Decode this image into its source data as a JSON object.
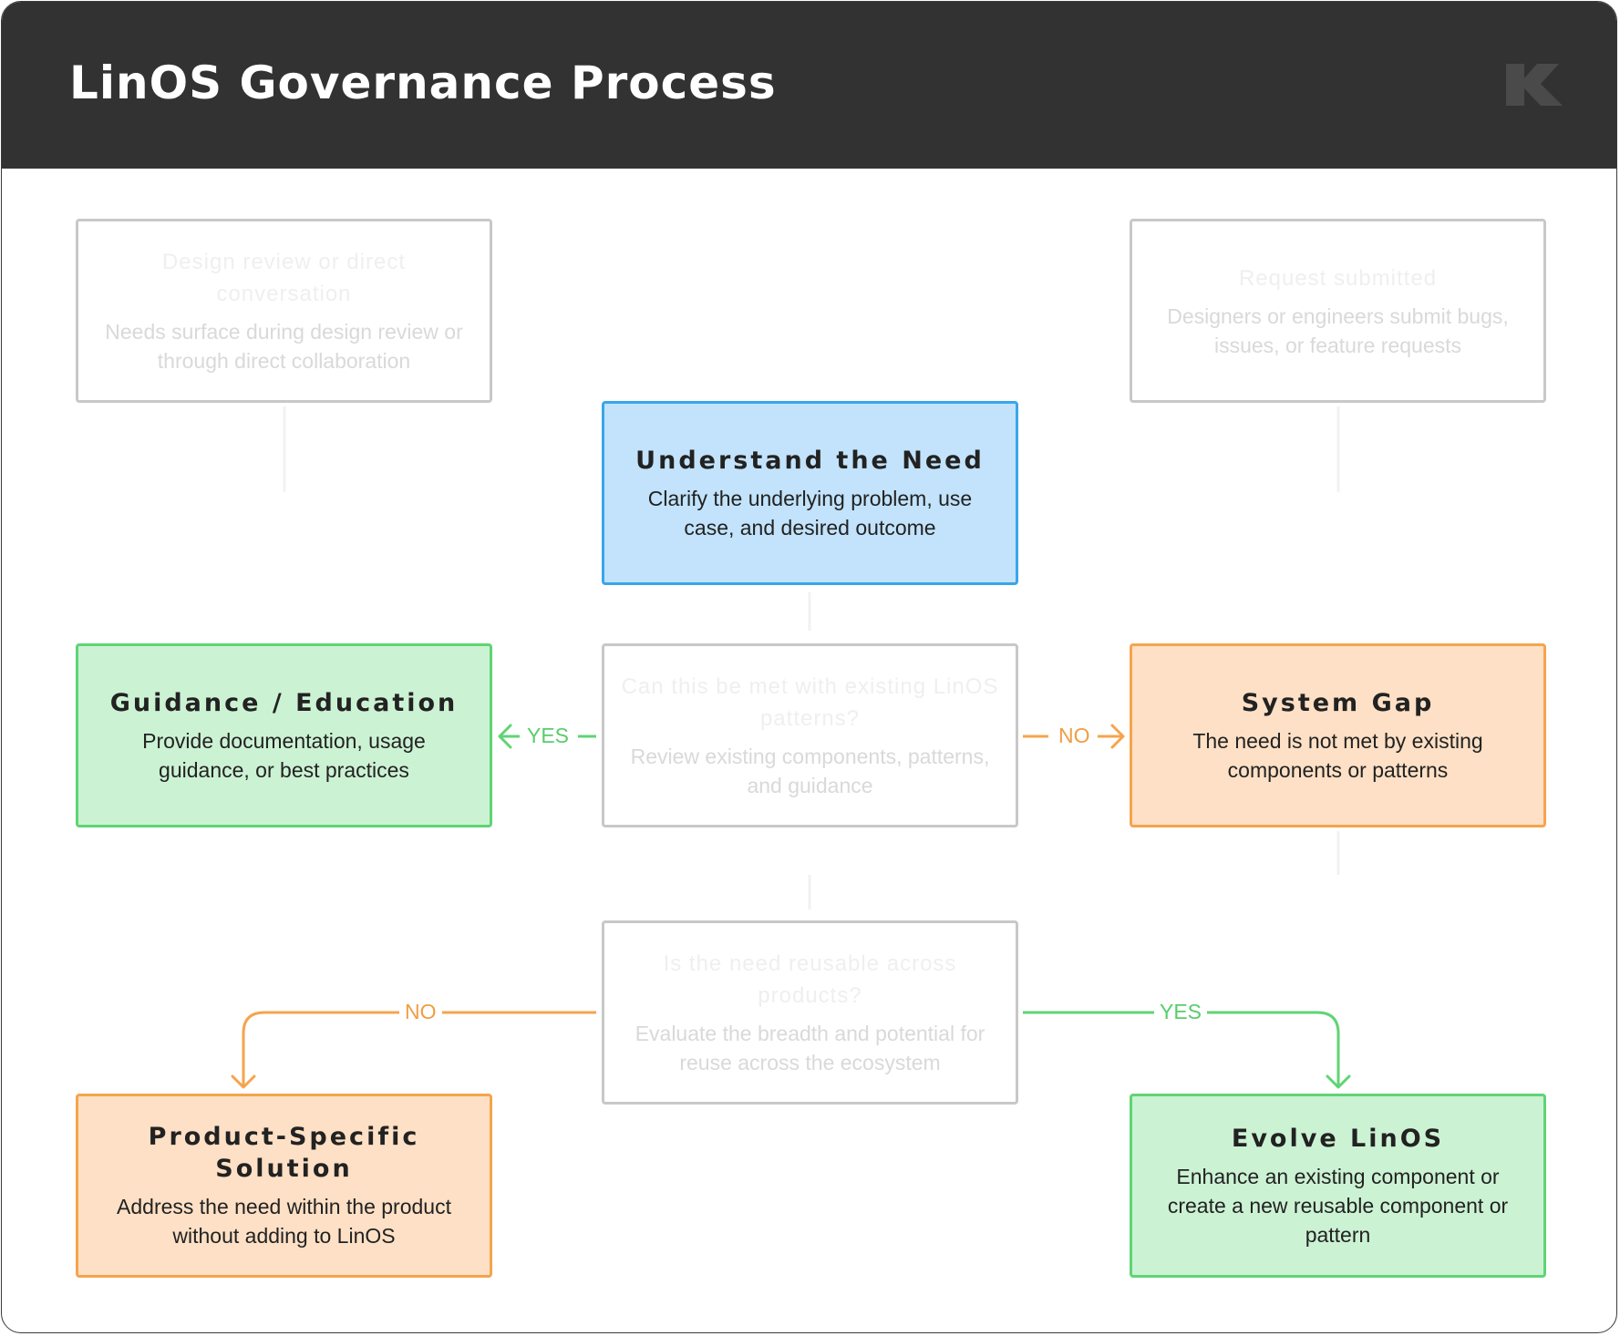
{
  "header": {
    "title": "LinOS Governance Process",
    "logo_icon": "k-logo-icon"
  },
  "colors": {
    "header_bg": "#323232",
    "blue_fill": "#c2e3fb",
    "blue_border": "#3aa5ea",
    "green_fill": "#ccf2d4",
    "green_border": "#5fd474",
    "orange_fill": "#fde0c5",
    "orange_border": "#f5a44d",
    "faded_border": "#c8c8c8"
  },
  "nodes": {
    "design_review": {
      "title": "Design review or direct conversation",
      "desc": "Needs surface during design review or through direct collaboration"
    },
    "request_intake": {
      "title": "Request submitted",
      "desc": "Designers or engineers submit bugs, issues, or feature requests"
    },
    "understand_need": {
      "title": "Understand the Need",
      "desc": "Clarify the underlying problem, use case, and desired outcome"
    },
    "existing_check": {
      "title": "Can this be met with existing LinOS patterns?",
      "desc": "Review existing components, patterns, and guidance"
    },
    "guidance": {
      "title": "Guidance / Education",
      "desc": "Provide documentation, usage guidance, or best practices"
    },
    "system_gap": {
      "title": "System Gap",
      "desc": "The need is not met by existing components or patterns"
    },
    "reusable_check": {
      "title": "Is the need reusable across products?",
      "desc": "Evaluate the breadth and potential for reuse across the ecosystem"
    },
    "product_specific": {
      "title": "Product-Specific Solution",
      "desc": "Address the need within the product without adding to LinOS"
    },
    "evolve": {
      "title": "Evolve LinOS",
      "desc": "Enhance an existing component or create a new reusable component or pattern"
    }
  },
  "edges": {
    "yes_guidance": "YES",
    "no_gap": "NO",
    "no_product": "NO",
    "yes_evolve": "YES"
  }
}
